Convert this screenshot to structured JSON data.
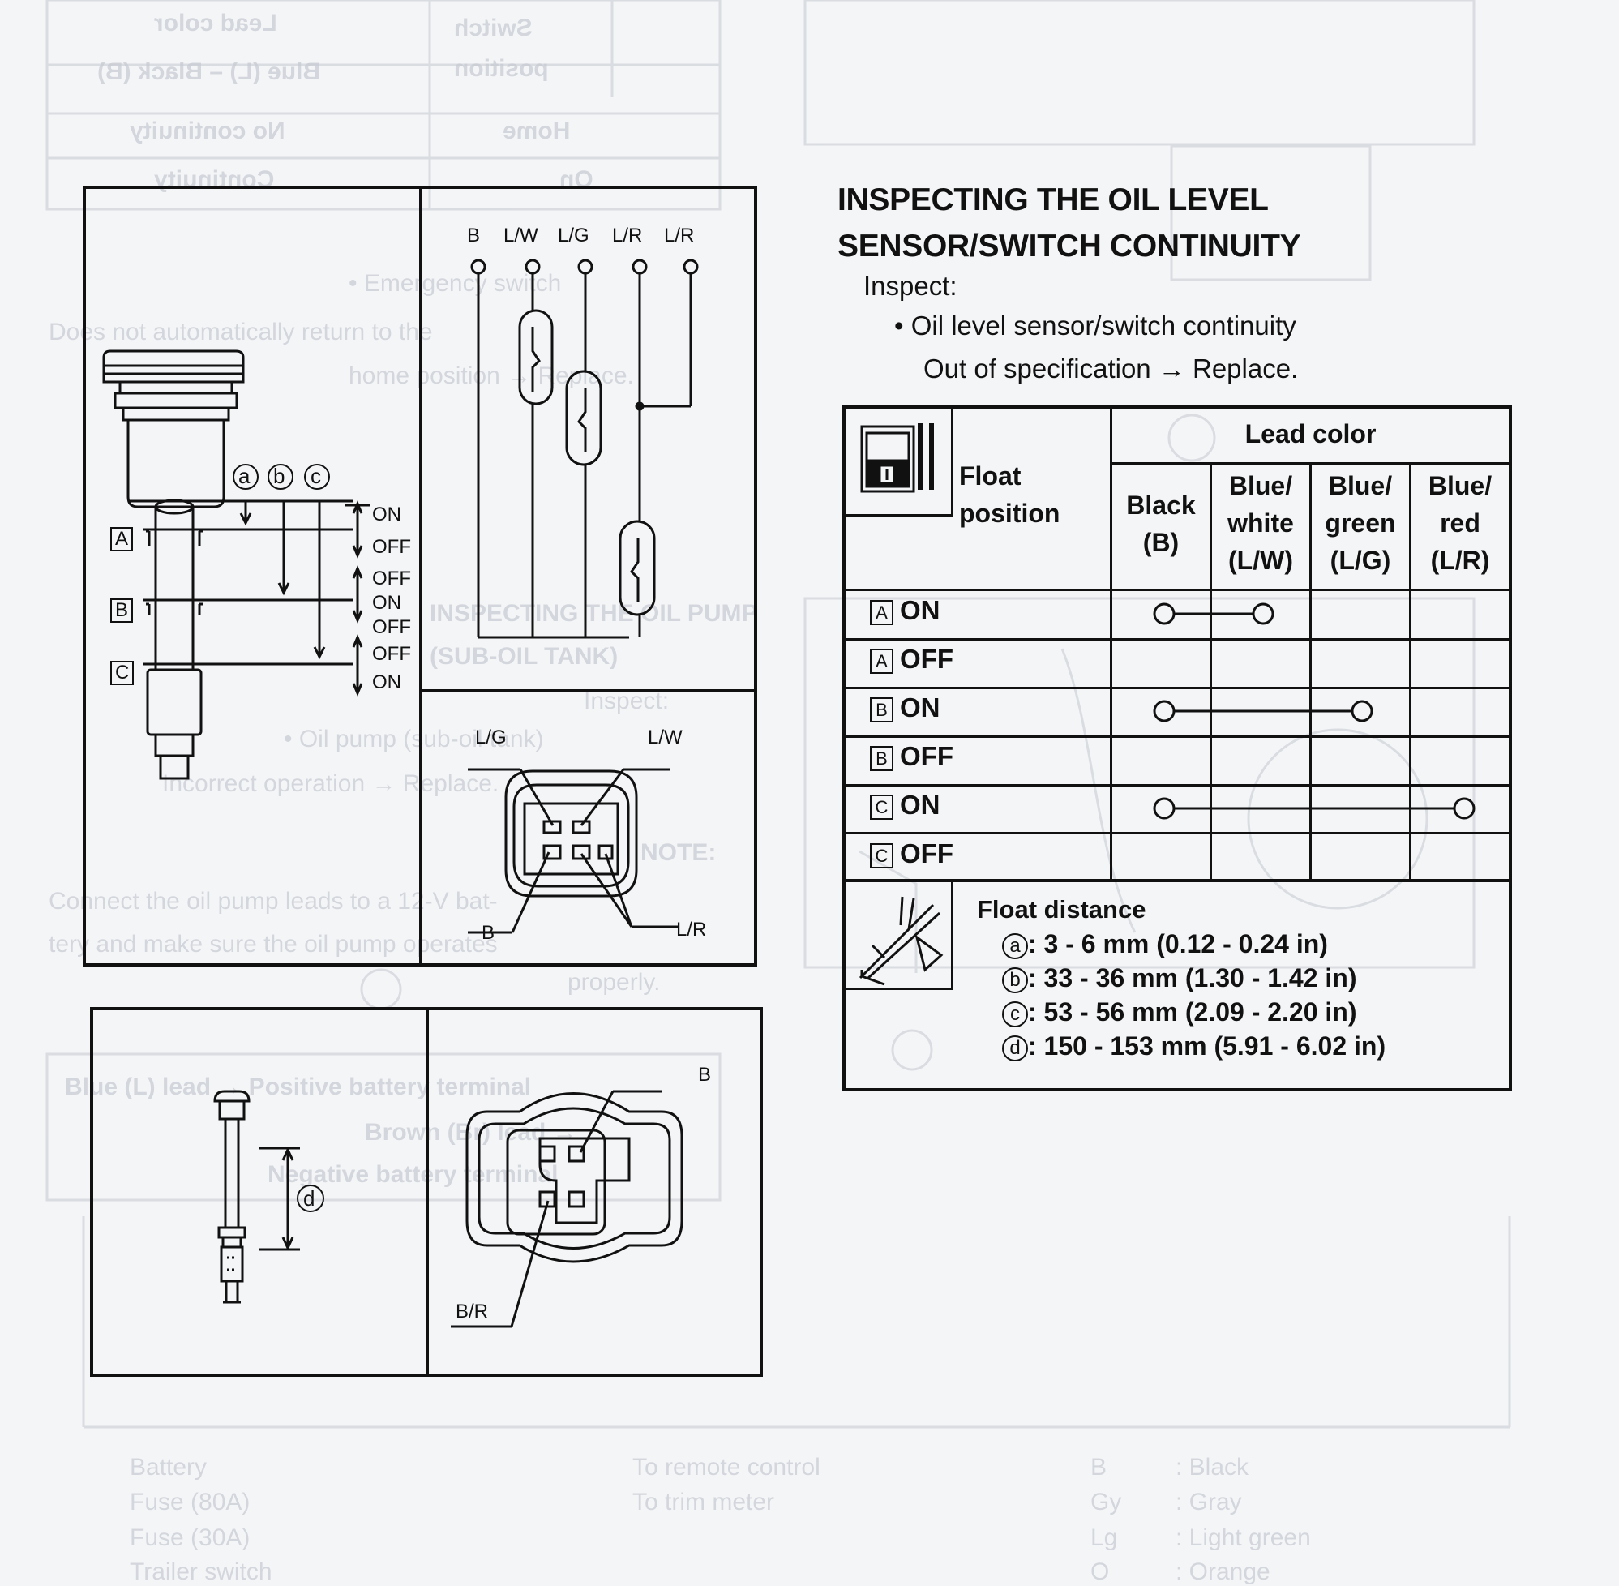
{
  "heading": {
    "line1": "INSPECTING THE OIL LEVEL",
    "line2": "SENSOR/SWITCH CONTINUITY"
  },
  "inspect_label": "Inspect:",
  "bullet": "• Oil level sensor/switch continuity",
  "action": "Out of specification → Replace.",
  "table": {
    "float_position_l1": "Float",
    "float_position_l2": "position",
    "lead_color": "Lead color",
    "columns": [
      {
        "l1": "Black",
        "l2": "(B)",
        "l3": ""
      },
      {
        "l1": "Blue/",
        "l2": "white",
        "l3": "(L/W)"
      },
      {
        "l1": "Blue/",
        "l2": "green",
        "l3": "(L/G)"
      },
      {
        "l1": "Blue/",
        "l2": "red",
        "l3": "(L/R)"
      }
    ],
    "rows": [
      {
        "marker": "A",
        "state": "ON"
      },
      {
        "marker": "A",
        "state": "OFF"
      },
      {
        "marker": "B",
        "state": "ON"
      },
      {
        "marker": "B",
        "state": "OFF"
      },
      {
        "marker": "C",
        "state": "ON"
      },
      {
        "marker": "C",
        "state": "OFF"
      }
    ],
    "float_distance_title": "Float distance",
    "distances": [
      {
        "mark": "a",
        "text": ": 3 - 6 mm (0.12 - 0.24 in)"
      },
      {
        "mark": "b",
        "text": ": 33 - 36 mm (1.30 - 1.42 in)"
      },
      {
        "mark": "c",
        "text": ": 53 - 56 mm (2.09 - 2.20 in)"
      },
      {
        "mark": "d",
        "text": ": 150 - 153 mm (5.91 - 6.02 in)"
      }
    ]
  },
  "figure1": {
    "terminals": [
      "B",
      "L/W",
      "L/G",
      "L/R",
      "L/R"
    ],
    "markers": [
      "a",
      "b",
      "c"
    ],
    "float_markers": [
      "A",
      "B",
      "C"
    ],
    "states": [
      "ON",
      "OFF",
      "OFF",
      "ON",
      "OFF",
      "OFF",
      "ON"
    ],
    "connector_labels": {
      "top_left": "L/G",
      "top_right": "L/W",
      "bottom_left": "B",
      "bottom_right": "L/R"
    }
  },
  "figure2": {
    "marker": "d",
    "connector_labels": {
      "top": "B",
      "bottom": "B/R"
    }
  },
  "ghost_text": [
    "Lead color",
    "Switch",
    "Blue (L) – Black (B)",
    "position",
    "No continuity",
    "Home",
    "Continuity",
    "On",
    "• Emergency switch",
    "Does not automatically return to the",
    "home position → Replace.",
    "INSPECTING THE OIL PUMP",
    "(SUB-OIL TANK)",
    "Inspect:",
    "• Oil pump (sub-oil tank)",
    "Incorrect operation → Replace.",
    "NOTE:",
    "Connect the oil pump leads to a 12-V bat-",
    "tery and make sure the oil pump operates",
    "properly.",
    "Blue (L) lead → Positive battery terminal",
    "Brown (Br) lead →",
    "Negative battery terminal",
    "Battery",
    "Fuse (80A)",
    "Fuse (30A)",
    "Trailer switch",
    "To remote control",
    "To trim meter",
    "B",
    ": Black",
    "Gy",
    ": Gray",
    "Lg",
    ": Light green",
    "O",
    ": Orange"
  ]
}
